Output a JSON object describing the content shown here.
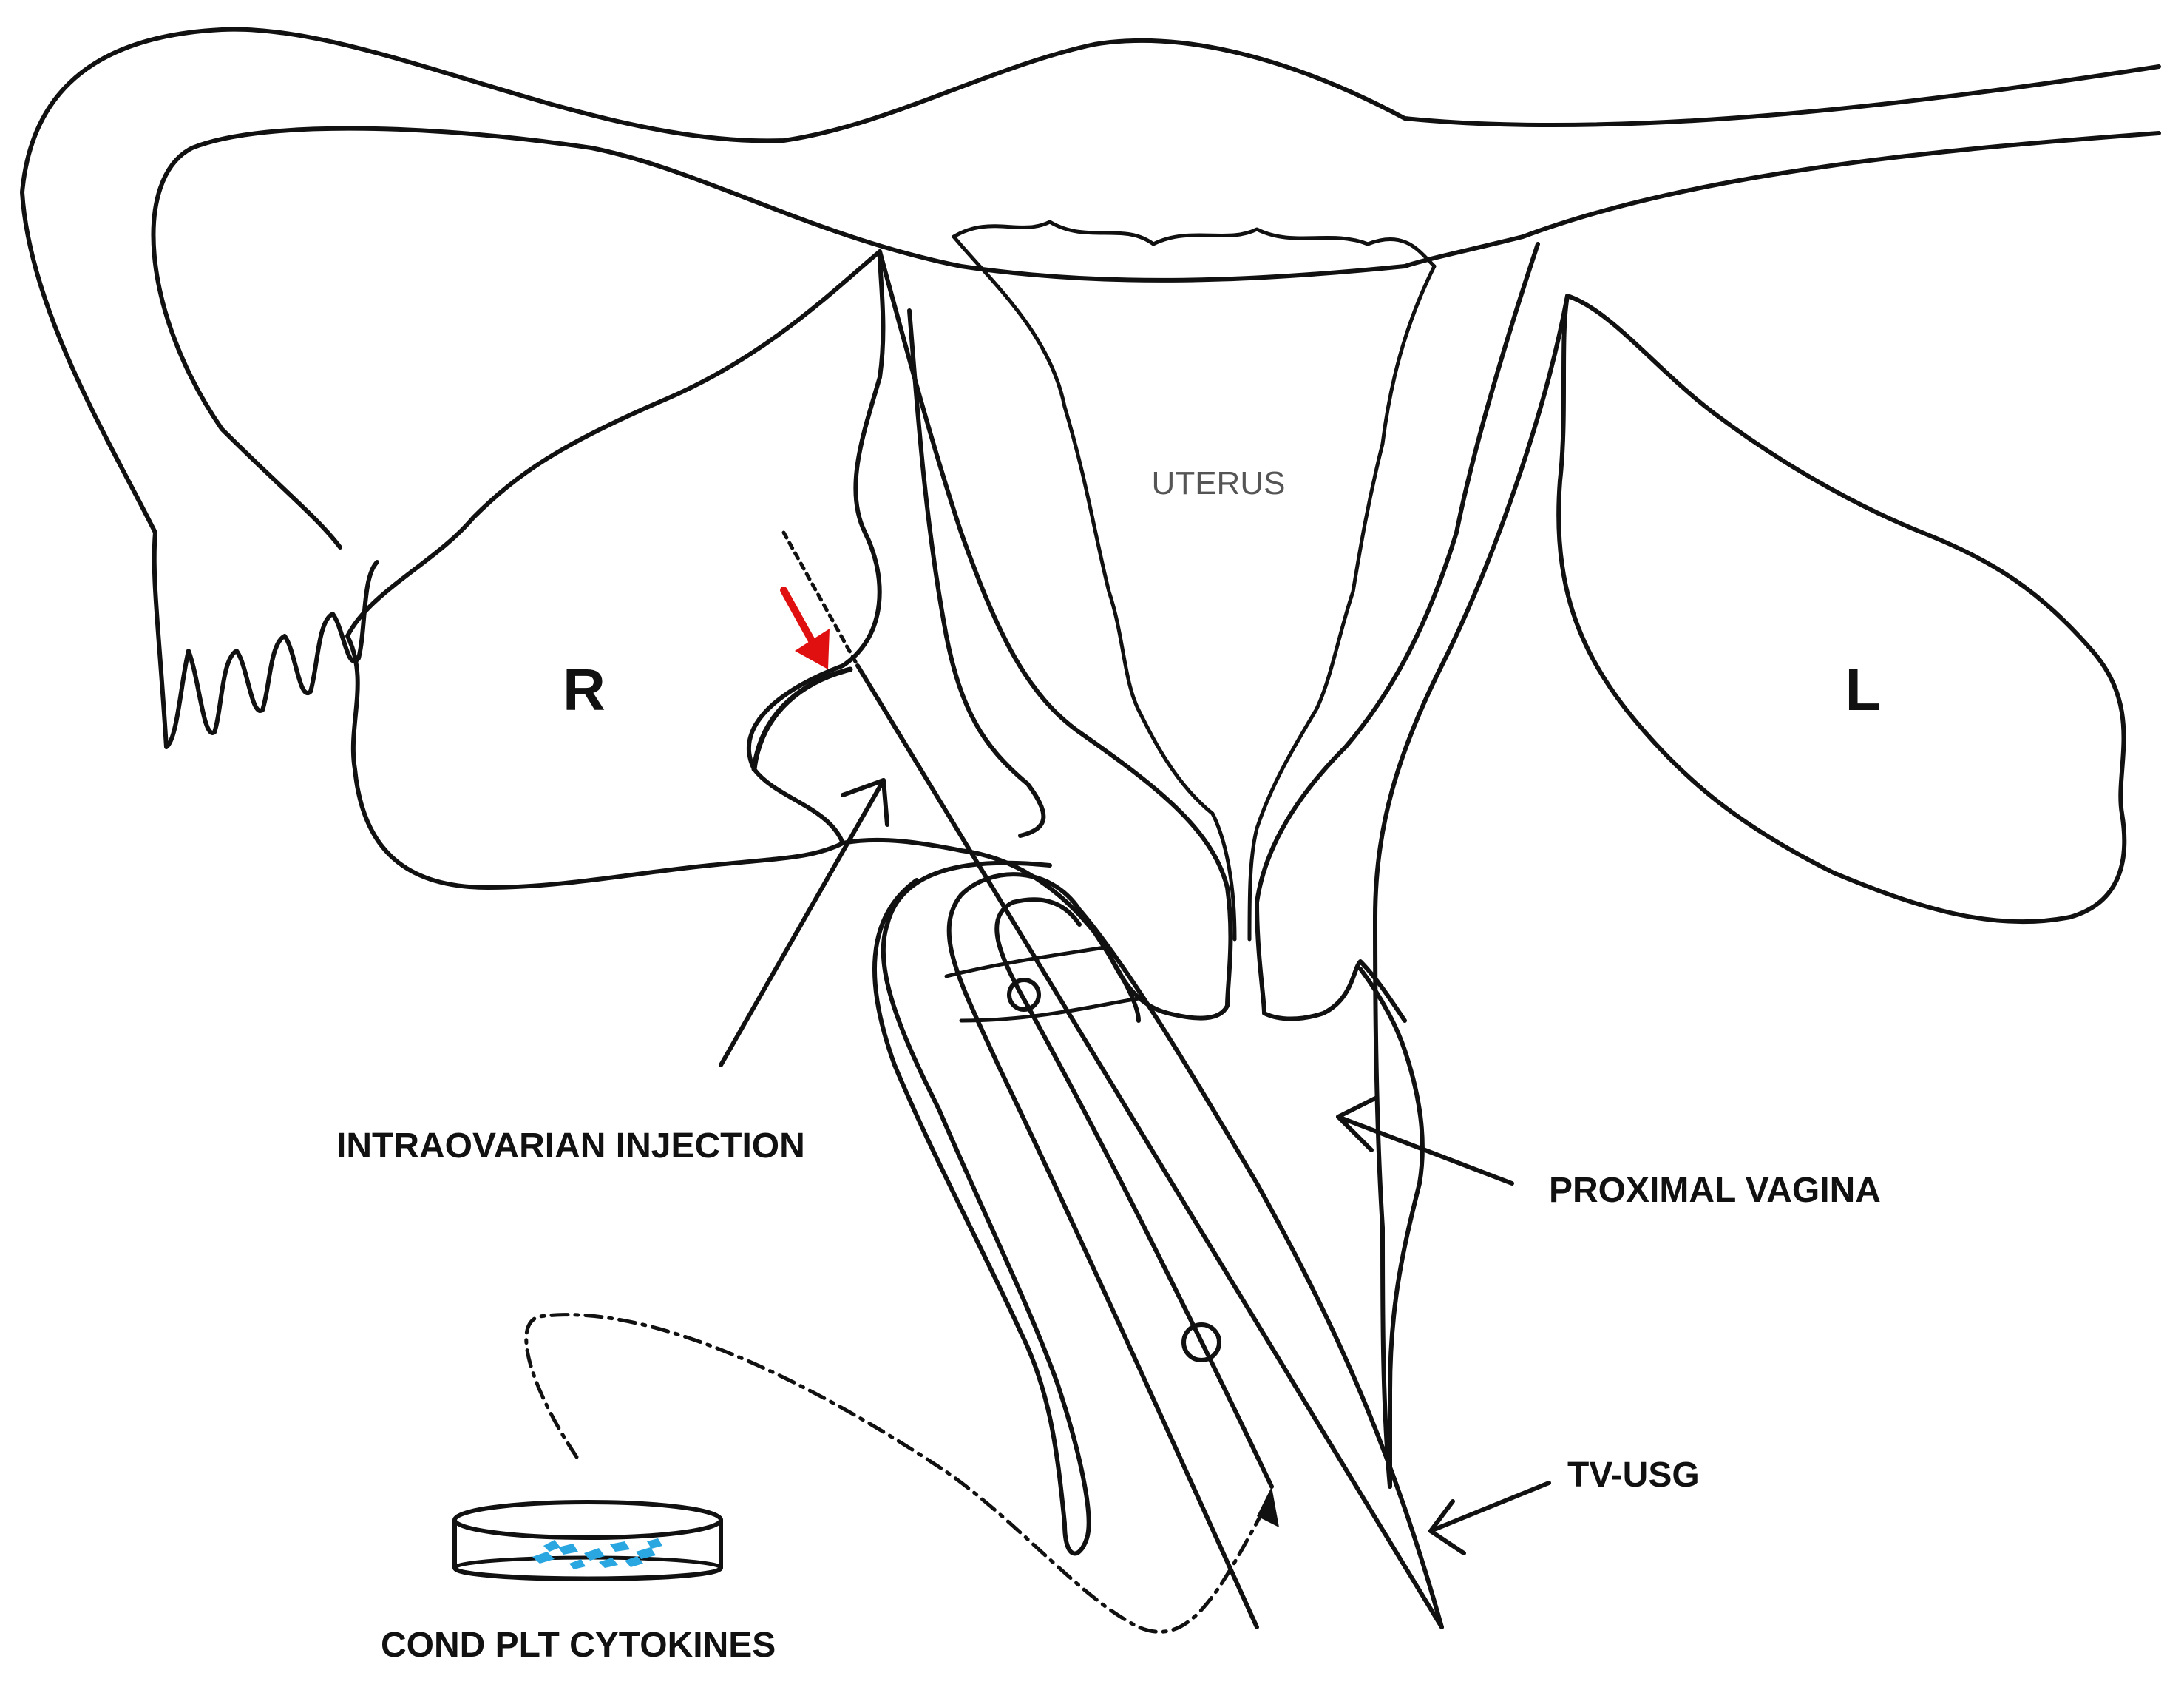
{
  "labels": {
    "uterus": "UTERUS",
    "right_ovary": "R",
    "left_ovary": "L",
    "intraovarian_injection": "INTRAOVARIAN INJECTION",
    "proximal_vagina": "PROXIMAL VAGINA",
    "tv_usg": "TV-USG",
    "cond_plt_cytokines": "COND PLT CYTOKINES"
  },
  "colors": {
    "line": "#111111",
    "needle_tip_arrow": "#e01010",
    "cytokine_particles": "#2aa7e0",
    "uterus_label": "#555555"
  }
}
